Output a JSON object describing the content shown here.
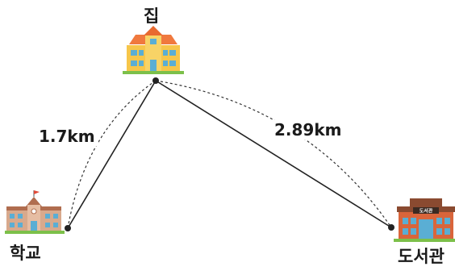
{
  "places": {
    "home": {
      "label": "집",
      "icon": "house-icon"
    },
    "school": {
      "label": "학교",
      "icon": "school-building-icon"
    },
    "library": {
      "label": "도서관",
      "icon": "library-building-icon",
      "sign_text": "도서관"
    }
  },
  "distances": {
    "home_school": "1.7km",
    "home_library": "2.89km"
  },
  "colors": {
    "line": "#222222",
    "house_wall": "#f6c64a",
    "house_roof": "#f0793e",
    "school_wall": "#d8a98c",
    "school_roof": "#b06d4f",
    "library_wall": "#d9653b",
    "library_roof": "#8a4a30",
    "window": "#5aaed4",
    "grass": "#7cc04a"
  }
}
